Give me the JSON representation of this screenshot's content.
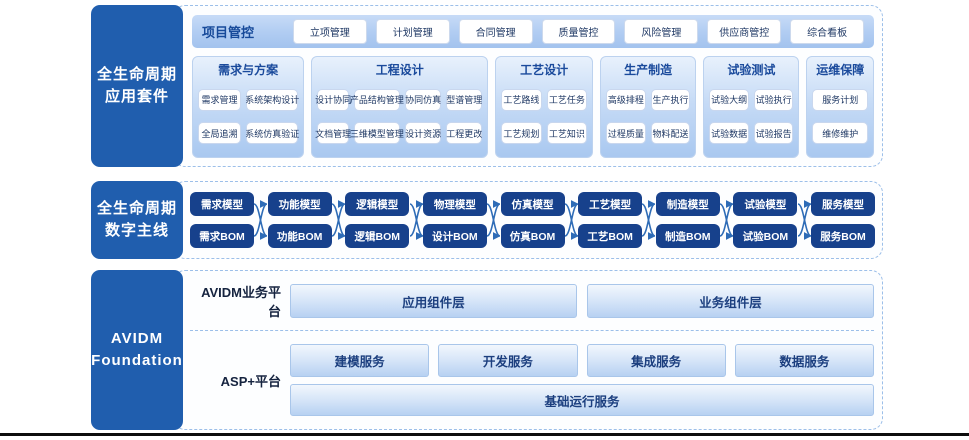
{
  "colors": {
    "sidebar_blue": "#205eae",
    "node_blue": "#17418c",
    "header_text_blue": "#1a4a9c",
    "chip_text_blue": "#1f3864",
    "connector_blue": "#2e6cb7",
    "panel_gradient_top": "#e8f1fc",
    "panel_gradient_bottom": "#a9c8f0"
  },
  "suite": {
    "sidebar": [
      "全生命周期",
      "应用套件"
    ],
    "project": {
      "label": "项目管控",
      "buttons": [
        "立项管理",
        "计划管理",
        "合同管理",
        "质量管控",
        "风险管理",
        "供应商管控",
        "综合看板"
      ]
    },
    "columns": [
      {
        "title": "需求与方案",
        "items": [
          "需求管理",
          "系统架构设计",
          "全局追溯",
          "系统仿真验证"
        ]
      },
      {
        "title": "工程设计",
        "items": [
          "设计协同",
          "产品结构管理",
          "协同仿真",
          "型谱管理",
          "文档管理",
          "三维模型管理",
          "设计资源",
          "工程更改"
        ]
      },
      {
        "title": "工艺设计",
        "items": [
          "工艺路线",
          "工艺任务",
          "工艺规划",
          "工艺知识"
        ]
      },
      {
        "title": "生产制造",
        "items": [
          "高级排程",
          "生产执行",
          "过程质量",
          "物料配送"
        ]
      },
      {
        "title": "试验测试",
        "items": [
          "试验大纲",
          "试验执行",
          "试验数据",
          "试验报告"
        ]
      },
      {
        "title": "运维保障",
        "items": [
          "服务计划",
          "维修维护"
        ]
      }
    ]
  },
  "thread": {
    "sidebar": [
      "全生命周期",
      "数字主线"
    ],
    "pairs": [
      {
        "model": "需求模型",
        "bom": "需求BOM"
      },
      {
        "model": "功能模型",
        "bom": "功能BOM"
      },
      {
        "model": "逻辑模型",
        "bom": "逻辑BOM"
      },
      {
        "model": "物理模型",
        "bom": "设计BOM"
      },
      {
        "model": "仿真模型",
        "bom": "仿真BOM"
      },
      {
        "model": "工艺模型",
        "bom": "工艺BOM"
      },
      {
        "model": "制造模型",
        "bom": "制造BOM"
      },
      {
        "model": "试验模型",
        "bom": "试验BOM"
      },
      {
        "model": "服务模型",
        "bom": "服务BOM"
      }
    ]
  },
  "foundation": {
    "sidebar": [
      "AVIDM",
      "Foundation"
    ],
    "business": {
      "label": "AVIDM业务平台",
      "bars": [
        "应用组件层",
        "业务组件层"
      ]
    },
    "asp": {
      "label": "ASP+平台",
      "bars": [
        "建模服务",
        "开发服务",
        "集成服务",
        "数据服务"
      ],
      "base_bar": "基础运行服务"
    }
  }
}
